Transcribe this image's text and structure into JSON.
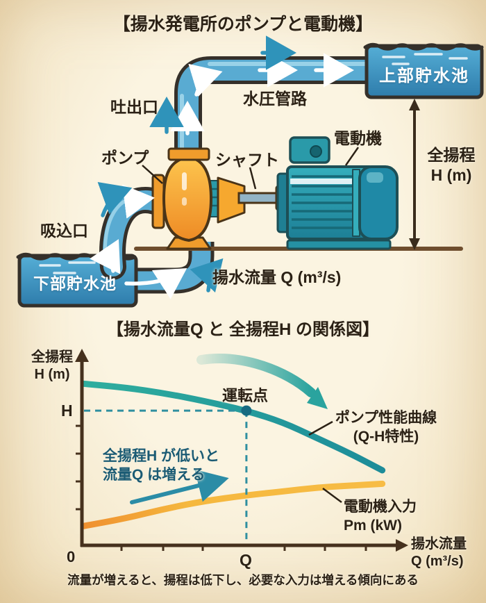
{
  "palette": {
    "background_center": "#fbf4e1",
    "background_edge": "#eddbb4",
    "water_blue": "#4ba1cc",
    "water_blue_dark": "#2e7cab",
    "pipe_blue": "#59abd2",
    "pipe_highlight": "#a5d9ec",
    "outline_dark": "#35302a",
    "pump_orange": "#f6a82f",
    "pump_orange_dark": "#ee8b25",
    "motor_teal": "#2a9aa9",
    "motor_teal_dark": "#1d7488",
    "ground_brown": "#6f4e2e",
    "text_dark": "#2b2115",
    "accent_teal": "#2aa39e",
    "accent_orange": "#f5b83e",
    "annotation_blue": "#1b5b74",
    "axis_brown": "#46311d",
    "flow_arrow_teal": "#2f93ba"
  },
  "diagram": {
    "title": "【揚水発電所のポンプと電動機】",
    "labels": {
      "upper_reservoir": "上部貯水池",
      "penstock": "水圧管路",
      "discharge_port": "吐出口",
      "pump": "ポンプ",
      "shaft": "シャフト",
      "motor": "電動機",
      "total_head_line1": "全揚程",
      "total_head_line2": "H (m)",
      "suction_port": "吸込口",
      "lower_reservoir": "下部貯水池",
      "flow_rate": "揚水流量 Q (m³/s)"
    }
  },
  "chart": {
    "title": "【揚水流量Q と 全揚程H の関係図】",
    "ylabel_line1": "全揚程",
    "ylabel_line2": "H (m)",
    "xlabel_line1": "揚水流量",
    "xlabel_line2": "Q (m³/s)",
    "origin_label": "0",
    "x_mark": "Q",
    "y_mark": "H",
    "operating_point_label": "運転点",
    "pump_curve_label_line1": "ポンプ性能曲線",
    "pump_curve_label_line2": "(Q-H特性)",
    "annotation_line1": "全揚程H が低いと",
    "annotation_line2": "流量Q は増える",
    "motor_input_label_line1": "電動機入力",
    "motor_input_label_line2": "Pm (kW)",
    "caption": "流量が増えると、揚程は低下し、必要な入力は増える傾向にある"
  },
  "chart_data": {
    "type": "line",
    "title": "【揚水流量Q と 全揚程H の関係図】",
    "xlabel": "揚水流量 Q (m³/s)",
    "ylabel": "全揚程 H (m)",
    "x_ticks": [
      "0",
      "Q"
    ],
    "y_ticks": [
      "H"
    ],
    "grid": false,
    "legend_position": "on-curve-labels",
    "x_range_norm": [
      0,
      100
    ],
    "y_range_norm": [
      0,
      100
    ],
    "series": [
      {
        "name": "ポンプ性能曲線 (Q-H特性)",
        "color": "#2aa39e",
        "x": [
          0,
          14,
          27,
          40,
          54,
          66,
          77,
          88,
          99
        ],
        "y": [
          84,
          82,
          79,
          75,
          70,
          64,
          56,
          48,
          39
        ]
      },
      {
        "name": "電動機入力 Pm (kW)",
        "color": "#f5b83e",
        "x": [
          0,
          14,
          27,
          40,
          54,
          66,
          77,
          88,
          99
        ],
        "y": [
          10,
          14,
          19,
          23,
          26,
          28,
          30,
          31,
          32
        ]
      }
    ],
    "operating_point": {
      "x": 54,
      "y": 70,
      "label": "運転点"
    },
    "annotations": [
      "全揚程H が低いと 流量Q は増える"
    ],
    "note": "流量が増えると、揚程は低下し、必要な入力は増える傾向にある"
  }
}
